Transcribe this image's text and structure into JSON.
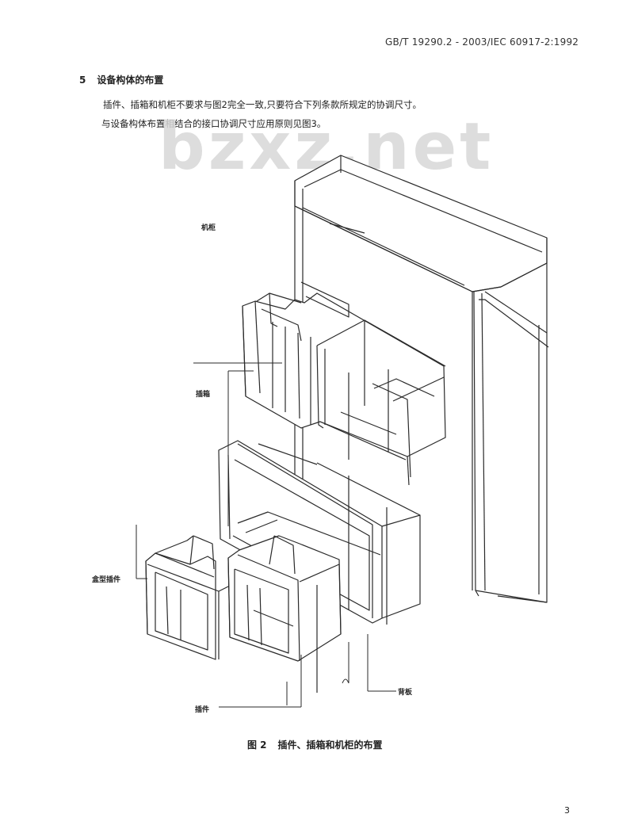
{
  "header": {
    "standard_number": "GB/T 19290.2 - 2003/IEC 60917-2:1992"
  },
  "section": {
    "number": "5",
    "title": "设备构体的布置",
    "paragraphs": [
      "插件、插箱和机柜不要求与图2完全一致,只要符合下列条款所规定的协调尺寸。",
      "与设备构体布置相结合的接口协调尺寸应用原则见图3。"
    ]
  },
  "watermark": "bzxz.net",
  "figure": {
    "labels": {
      "cabinet": "机柜",
      "subrack": "插箱",
      "chassis": "盒型插件",
      "plugin": "插件",
      "backplane": "背板"
    },
    "caption_number": "图 2",
    "caption_text": "插件、插箱和机柜的布置"
  },
  "page_number": "3"
}
